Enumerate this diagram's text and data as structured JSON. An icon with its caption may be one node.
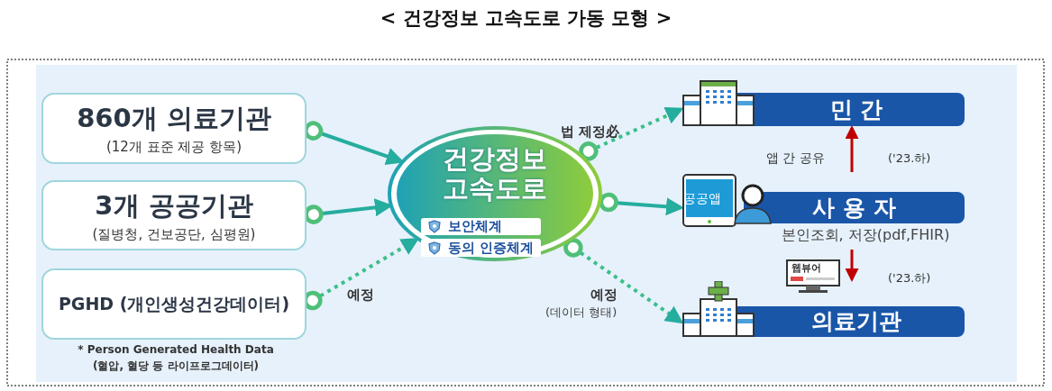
{
  "diagram": {
    "title": "< 건강정보 고속도로 가동 모형 >",
    "nodes": [
      {
        "text": [
          "860개 의료기관",
          "(12개 표준 제공 항목)"
        ]
      },
      {
        "text": [
          "3개 공공기관",
          "(질병청, 건보공단, 심평원)"
        ]
      },
      {
        "text": [
          "PGHD (개인생성건강데이터)"
        ],
        "beside": [
          "* Person Generated Health Data",
          "(혈압, 혈당 등 라이프로그데이터)"
        ]
      },
      {
        "text": [
          "건강정보 고속도로"
        ]
      },
      {
        "text": [
          "보안체계"
        ],
        "in": 3
      },
      {
        "text": [
          "동의 인증체계"
        ],
        "in": 3
      },
      {
        "text": [
          "민 간"
        ]
      },
      {
        "text": [
          "사 용 자"
        ],
        "beside": [
          "본인조회, 저장(pdf,FHIR)"
        ]
      },
      {
        "text": [
          "의료기관"
        ]
      }
    ],
    "edges": [
      {
        "from": 0,
        "to": 3,
        "arrow": "to"
      },
      {
        "from": 1,
        "to": 3,
        "arrow": "to"
      },
      {
        "from": 2,
        "to": 3,
        "arrow": "to",
        "style": "dashed",
        "label": "예정"
      },
      {
        "from": 3,
        "to": 6,
        "arrow": "to",
        "style": "dashed",
        "label": "법 제정必"
      },
      {
        "from": 3,
        "to": 7,
        "arrow": "to"
      },
      {
        "from": 3,
        "to": 8,
        "arrow": "to",
        "style": "dashed",
        "label": "예정"
      },
      {
        "from": 7,
        "to": 6,
        "arrow": "to",
        "color": "#c00000",
        "label": "앱 간 공유"
      },
      {
        "from": 7,
        "to": 8,
        "arrow": "to",
        "color": "#c00000"
      }
    ],
    "labels": [
      "('23.하)",
      "공공앱",
      "웹뷰어",
      "('23.하)",
      "(데이터 형태)"
    ]
  }
}
